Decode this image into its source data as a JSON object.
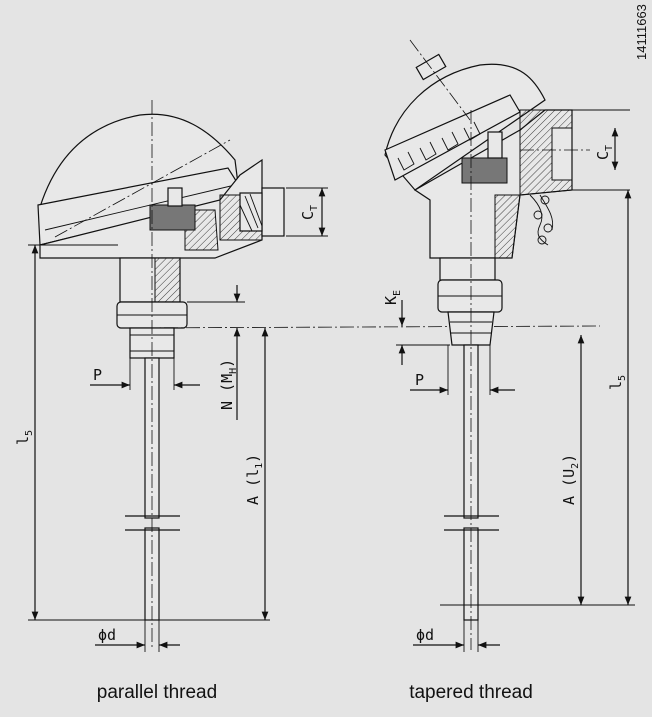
{
  "drawing_code": "14111663",
  "left_caption": "parallel thread",
  "right_caption": "tapered thread",
  "labels": {
    "ct": "C",
    "ct_sub": "T",
    "l5": "l",
    "l5_sub": "5",
    "p": "P",
    "n_mh": "N (M",
    "n_mh_sub": "H",
    "n_mh_close": ")",
    "a_l1": "A (l",
    "a_l1_sub": "1",
    "a_l1_close": ")",
    "ke": "K",
    "ke_sub": "E",
    "a_u2": "A (U",
    "a_u2_sub": "2",
    "a_u2_close": ")",
    "phi_d": "ϕd"
  },
  "colors": {
    "background": "#e4e4e4",
    "line": "#111111",
    "section_fill": "#e8e8e8"
  }
}
